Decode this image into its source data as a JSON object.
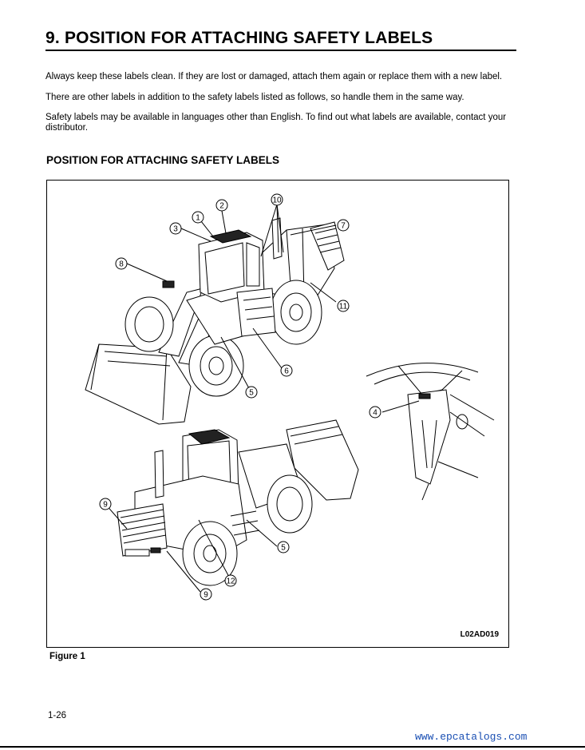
{
  "heading": "9. POSITION FOR ATTACHING SAFETY LABELS",
  "paragraphs": [
    "Always keep these labels clean.  If they are lost or damaged, attach them again or replace them with a new label.",
    "There are other labels in addition to the safety labels listed as follows, so handle them in the same way.",
    "Safety labels may be available in languages other than English.  To find out what labels are available, contact your distributor."
  ],
  "sub_heading": "POSITION FOR ATTACHING SAFETY LABELS",
  "figure": {
    "code": "L02AD019",
    "caption": "Figure 1",
    "callouts": [
      "1",
      "2",
      "3",
      "4",
      "5",
      "6",
      "7",
      "8",
      "9",
      "10",
      "11",
      "12"
    ],
    "callouts_lower": [
      "9",
      "5",
      "12",
      "9"
    ]
  },
  "footer": {
    "page_number": "1-26",
    "watermark": "www.epcatalogs.com"
  }
}
